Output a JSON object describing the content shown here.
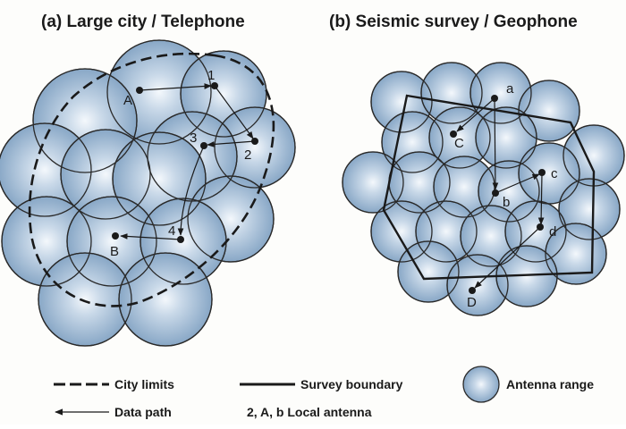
{
  "panels": {
    "a": {
      "title": "(a) Large city / Telephone"
    },
    "b": {
      "title": "(b) Seismic survey / Geophone"
    }
  },
  "nodes_a": [
    "A",
    "1",
    "2",
    "3",
    "4",
    "B"
  ],
  "nodes_b": [
    "a",
    "C",
    "b",
    "c",
    "d",
    "D"
  ],
  "legend": {
    "city_limits": "City limits",
    "data_path": "Data path",
    "survey_boundary": "Survey boundary",
    "local_antenna": "2, A, b  Local antenna",
    "antenna_range": "Antenna range"
  },
  "colors": {
    "bubble_center": "#f4f8fc",
    "bubble_edge": "#88a7c6",
    "ink": "#1a1a1a"
  }
}
